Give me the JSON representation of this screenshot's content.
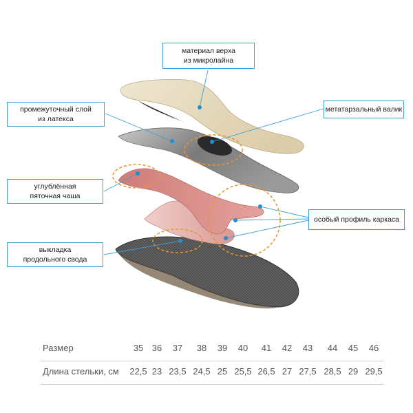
{
  "callouts": {
    "top_material": [
      "материал верха",
      "из микролайна"
    ],
    "latex_layer": [
      "промежуточный слой",
      "из латекса"
    ],
    "metatarsal": [
      "метатарзальный валик"
    ],
    "heel_cup": [
      "углублённая",
      "пяточная чаша"
    ],
    "frame_profile": [
      "особый профиль каркаса"
    ],
    "arch_support": [
      "выкладка",
      "продольного свода"
    ]
  },
  "table": {
    "size_label": "Размер",
    "length_label": "Длина стельки, см",
    "sizes": [
      "35",
      "36",
      "37",
      "38",
      "39",
      "40",
      "41",
      "42",
      "43",
      "44",
      "45",
      "46"
    ],
    "lengths": [
      "22,5",
      "23",
      "23,5",
      "24,5",
      "25",
      "25,5",
      "26,5",
      "27",
      "27,5",
      "28,5",
      "29",
      "29,5"
    ]
  },
  "colors": {
    "accent": "#3a9fd4",
    "dashed_circle": "#e8962e",
    "top_layer": "#e8dcc2",
    "latex_layer": "#8e8e8e",
    "heel_layer": "#d98c88",
    "frame_layer": "#e4b7b2",
    "bottom_layer": "#4a4a4a"
  }
}
